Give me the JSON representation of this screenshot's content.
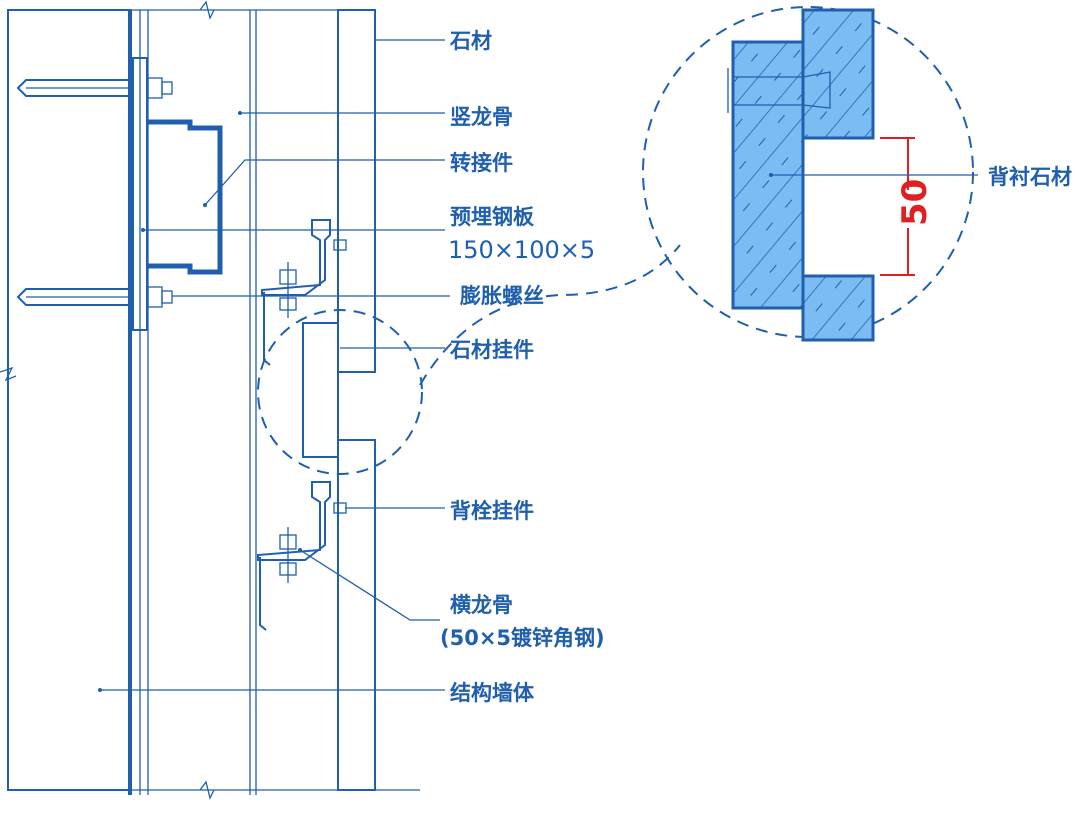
{
  "labels": {
    "stone": "石材",
    "vertical_keel": "竖龙骨",
    "adapter": "转接件",
    "embedded_plate": "预埋钢板",
    "embedded_plate_size": "150×100×5",
    "expansion_bolt": "膨胀螺丝",
    "stone_hanger": "石材挂件",
    "back_bolt_hanger": "背栓挂件",
    "horizontal_keel": "横龙骨",
    "horizontal_keel_spec": "(50×5镀锌角钢)",
    "structural_wall": "结构墙体",
    "backing_stone": "背衬石材"
  },
  "dimension": {
    "value": "50"
  },
  "colors": {
    "line": "#1f5fae",
    "fill": "#5aa8ee",
    "dimension": "#e02020"
  }
}
